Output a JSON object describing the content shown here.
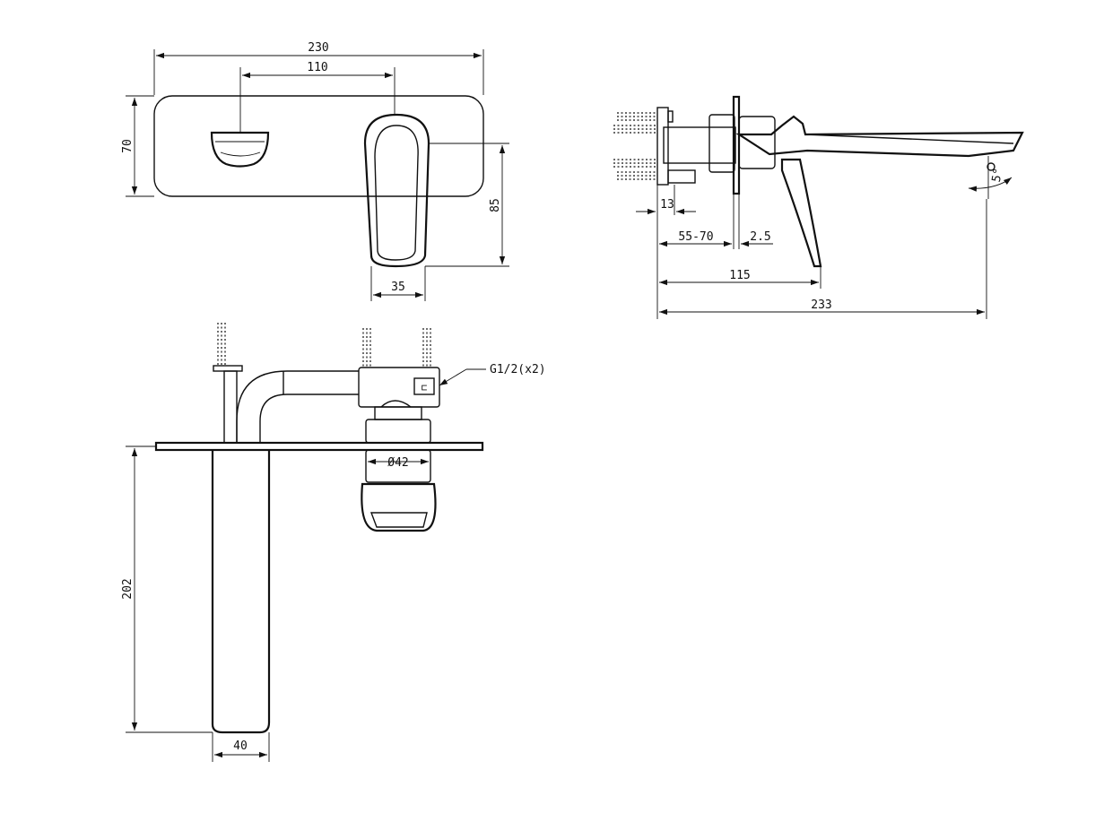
{
  "dimensions": {
    "front_width": "230",
    "front_handle_offset": "110",
    "front_plate_height": "70",
    "front_handle_drop": "85",
    "front_handle_width": "35",
    "side_plate_gap": "13",
    "side_wall_depth": "55-70",
    "side_plate_thickness": "2.5",
    "side_handle_projection": "115",
    "side_spout_projection": "233",
    "side_spout_angle": "5°",
    "top_spout_length": "202",
    "top_spout_width": "40",
    "top_cartridge_dia": "Ø42",
    "top_connection": "G1/2(x2)"
  },
  "colors": {
    "line": "#111111",
    "background": "#ffffff"
  }
}
